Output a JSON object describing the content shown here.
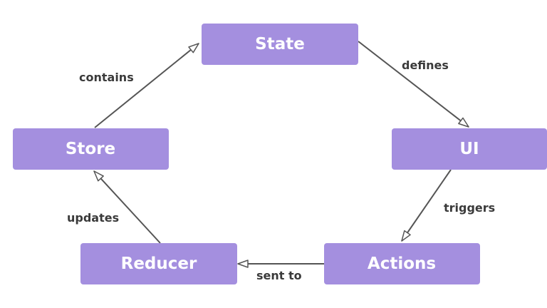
{
  "nodes": {
    "state": "State",
    "ui": "UI",
    "actions": "Actions",
    "reducer": "Reducer",
    "store": "Store"
  },
  "edges": {
    "store_state": "contains",
    "state_ui": "defines",
    "ui_actions": "triggers",
    "actions_reducer": "sent to",
    "reducer_store": "updates"
  },
  "colors": {
    "node_fill": "#a48fdf",
    "node_text": "#ffffff",
    "edge_line": "#555555",
    "edge_text": "#3a3a3a"
  }
}
